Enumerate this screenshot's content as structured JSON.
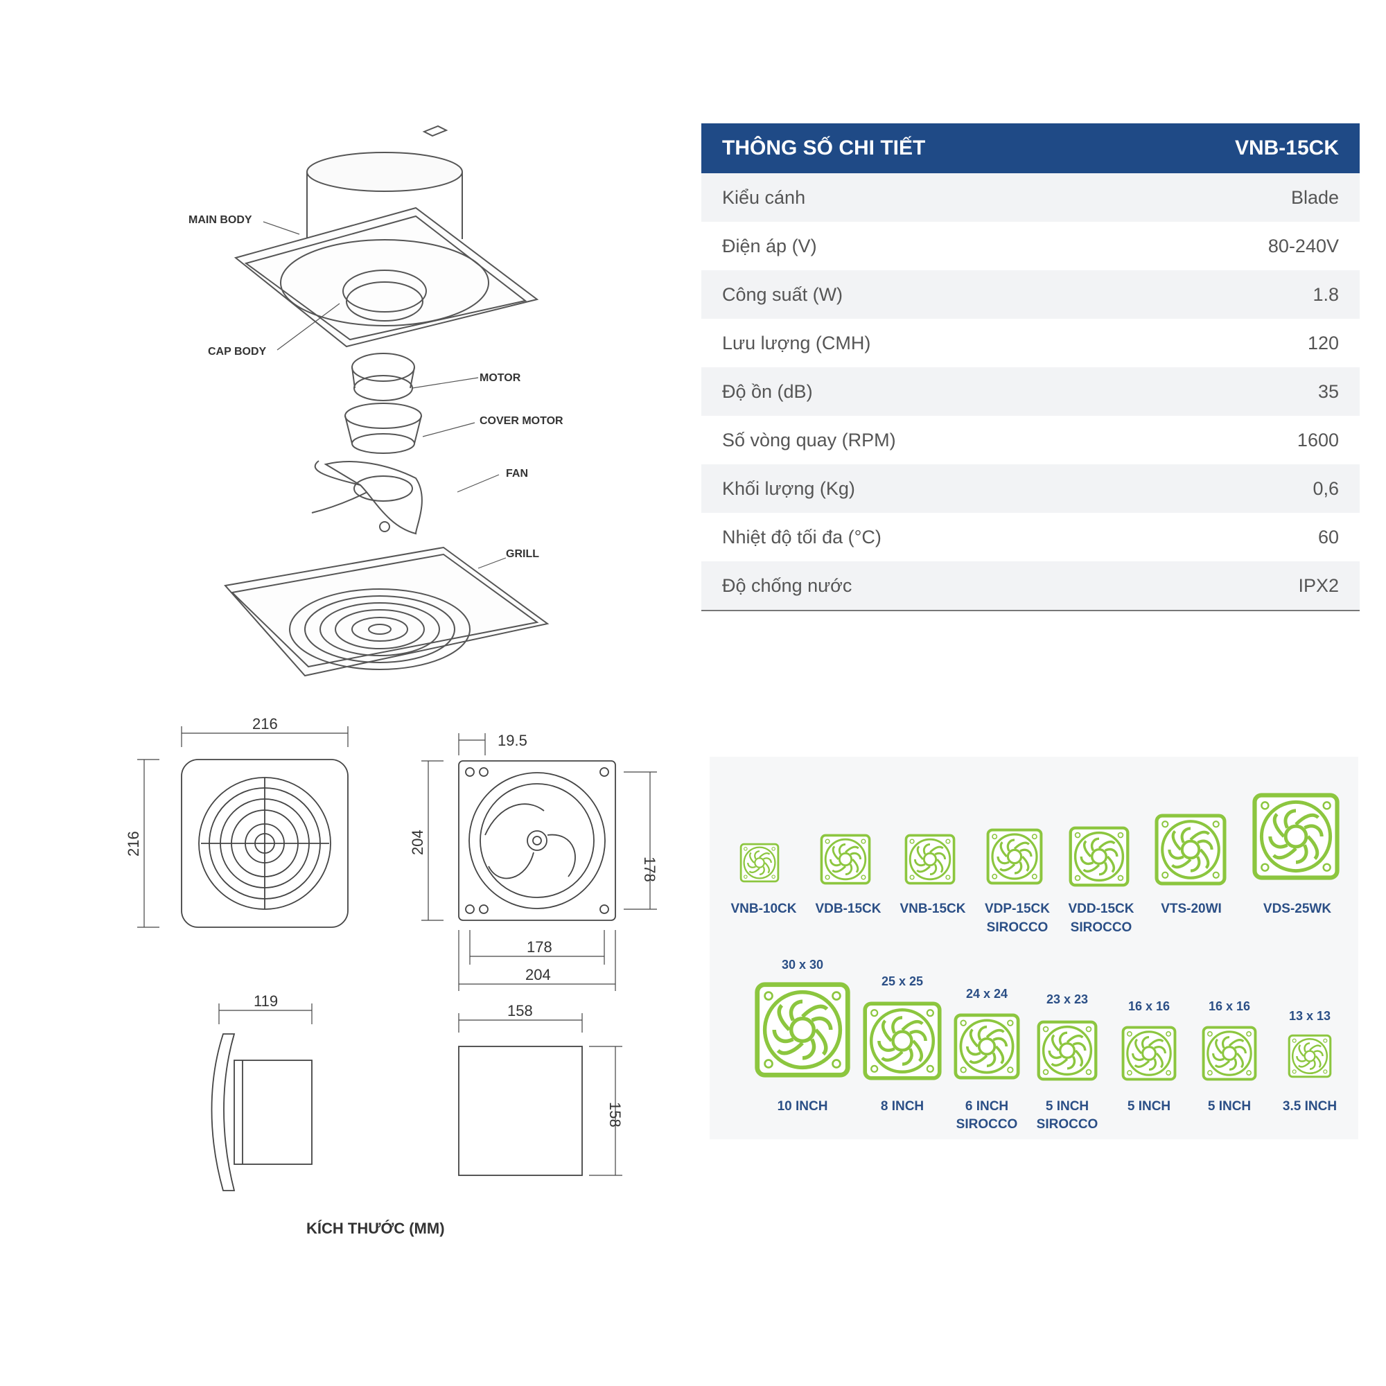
{
  "diagram": {
    "parts": [
      "MAIN BODY",
      "CAP BODY",
      "MOTOR",
      "COVER MOTOR",
      "FAN",
      "GRILL"
    ]
  },
  "spec": {
    "title": "THÔNG SỐ CHI TIẾT",
    "model": "VNB-15CK",
    "rows": [
      {
        "label": "Kiểu cánh",
        "value": "Blade"
      },
      {
        "label": "Điện áp (V)",
        "value": "80-240V"
      },
      {
        "label": "Công suất (W)",
        "value": "1.8"
      },
      {
        "label": "Lưu lượng (CMH)",
        "value": "120"
      },
      {
        "label": "Độ ồn (dB)",
        "value": "35"
      },
      {
        "label": "Số vòng quay (RPM)",
        "value": "1600"
      },
      {
        "label": "Khối lượng (Kg)",
        "value": "0,6"
      },
      {
        "label": "Nhiệt độ tối đa (°C)",
        "value": "60"
      },
      {
        "label": "Độ chống nước",
        "value": "IPX2"
      }
    ]
  },
  "dimensions": {
    "front_width": "216",
    "front_height": "216",
    "back_offset": "19.5",
    "back_height": "204",
    "back_inner_height": "178",
    "back_inner_width": "178",
    "back_width": "204",
    "side_depth": "119",
    "duct_width": "158",
    "duct_height": "158",
    "caption": "KÍCH THƯỚC (MM)"
  },
  "models": [
    {
      "name": "VNB-10CK",
      "sub": ""
    },
    {
      "name": "VDB-15CK",
      "sub": ""
    },
    {
      "name": "VNB-15CK",
      "sub": ""
    },
    {
      "name": "VDP-15CK",
      "sub": "SIROCCO"
    },
    {
      "name": "VDD-15CK",
      "sub": "SIROCCO"
    },
    {
      "name": "VTS-20WI",
      "sub": ""
    },
    {
      "name": "VDS-25WK",
      "sub": ""
    }
  ],
  "sizes": [
    {
      "size": "30 x 30",
      "inch": "10 INCH",
      "sub": ""
    },
    {
      "size": "25 x 25",
      "inch": "8 INCH",
      "sub": ""
    },
    {
      "size": "24 x 24",
      "inch": "6 INCH",
      "sub": "SIROCCO"
    },
    {
      "size": "23 x 23",
      "inch": "5 INCH",
      "sub": "SIROCCO"
    },
    {
      "size": "16 x 16",
      "inch": "5 INCH",
      "sub": ""
    },
    {
      "size": "16 x 16",
      "inch": "5 INCH",
      "sub": ""
    },
    {
      "size": "13 x 13",
      "inch": "3.5 INCH",
      "sub": ""
    }
  ],
  "colors": {
    "header": "#1f4a86",
    "fan_green": "#8cc63f",
    "label_blue": "#2b4f86"
  }
}
